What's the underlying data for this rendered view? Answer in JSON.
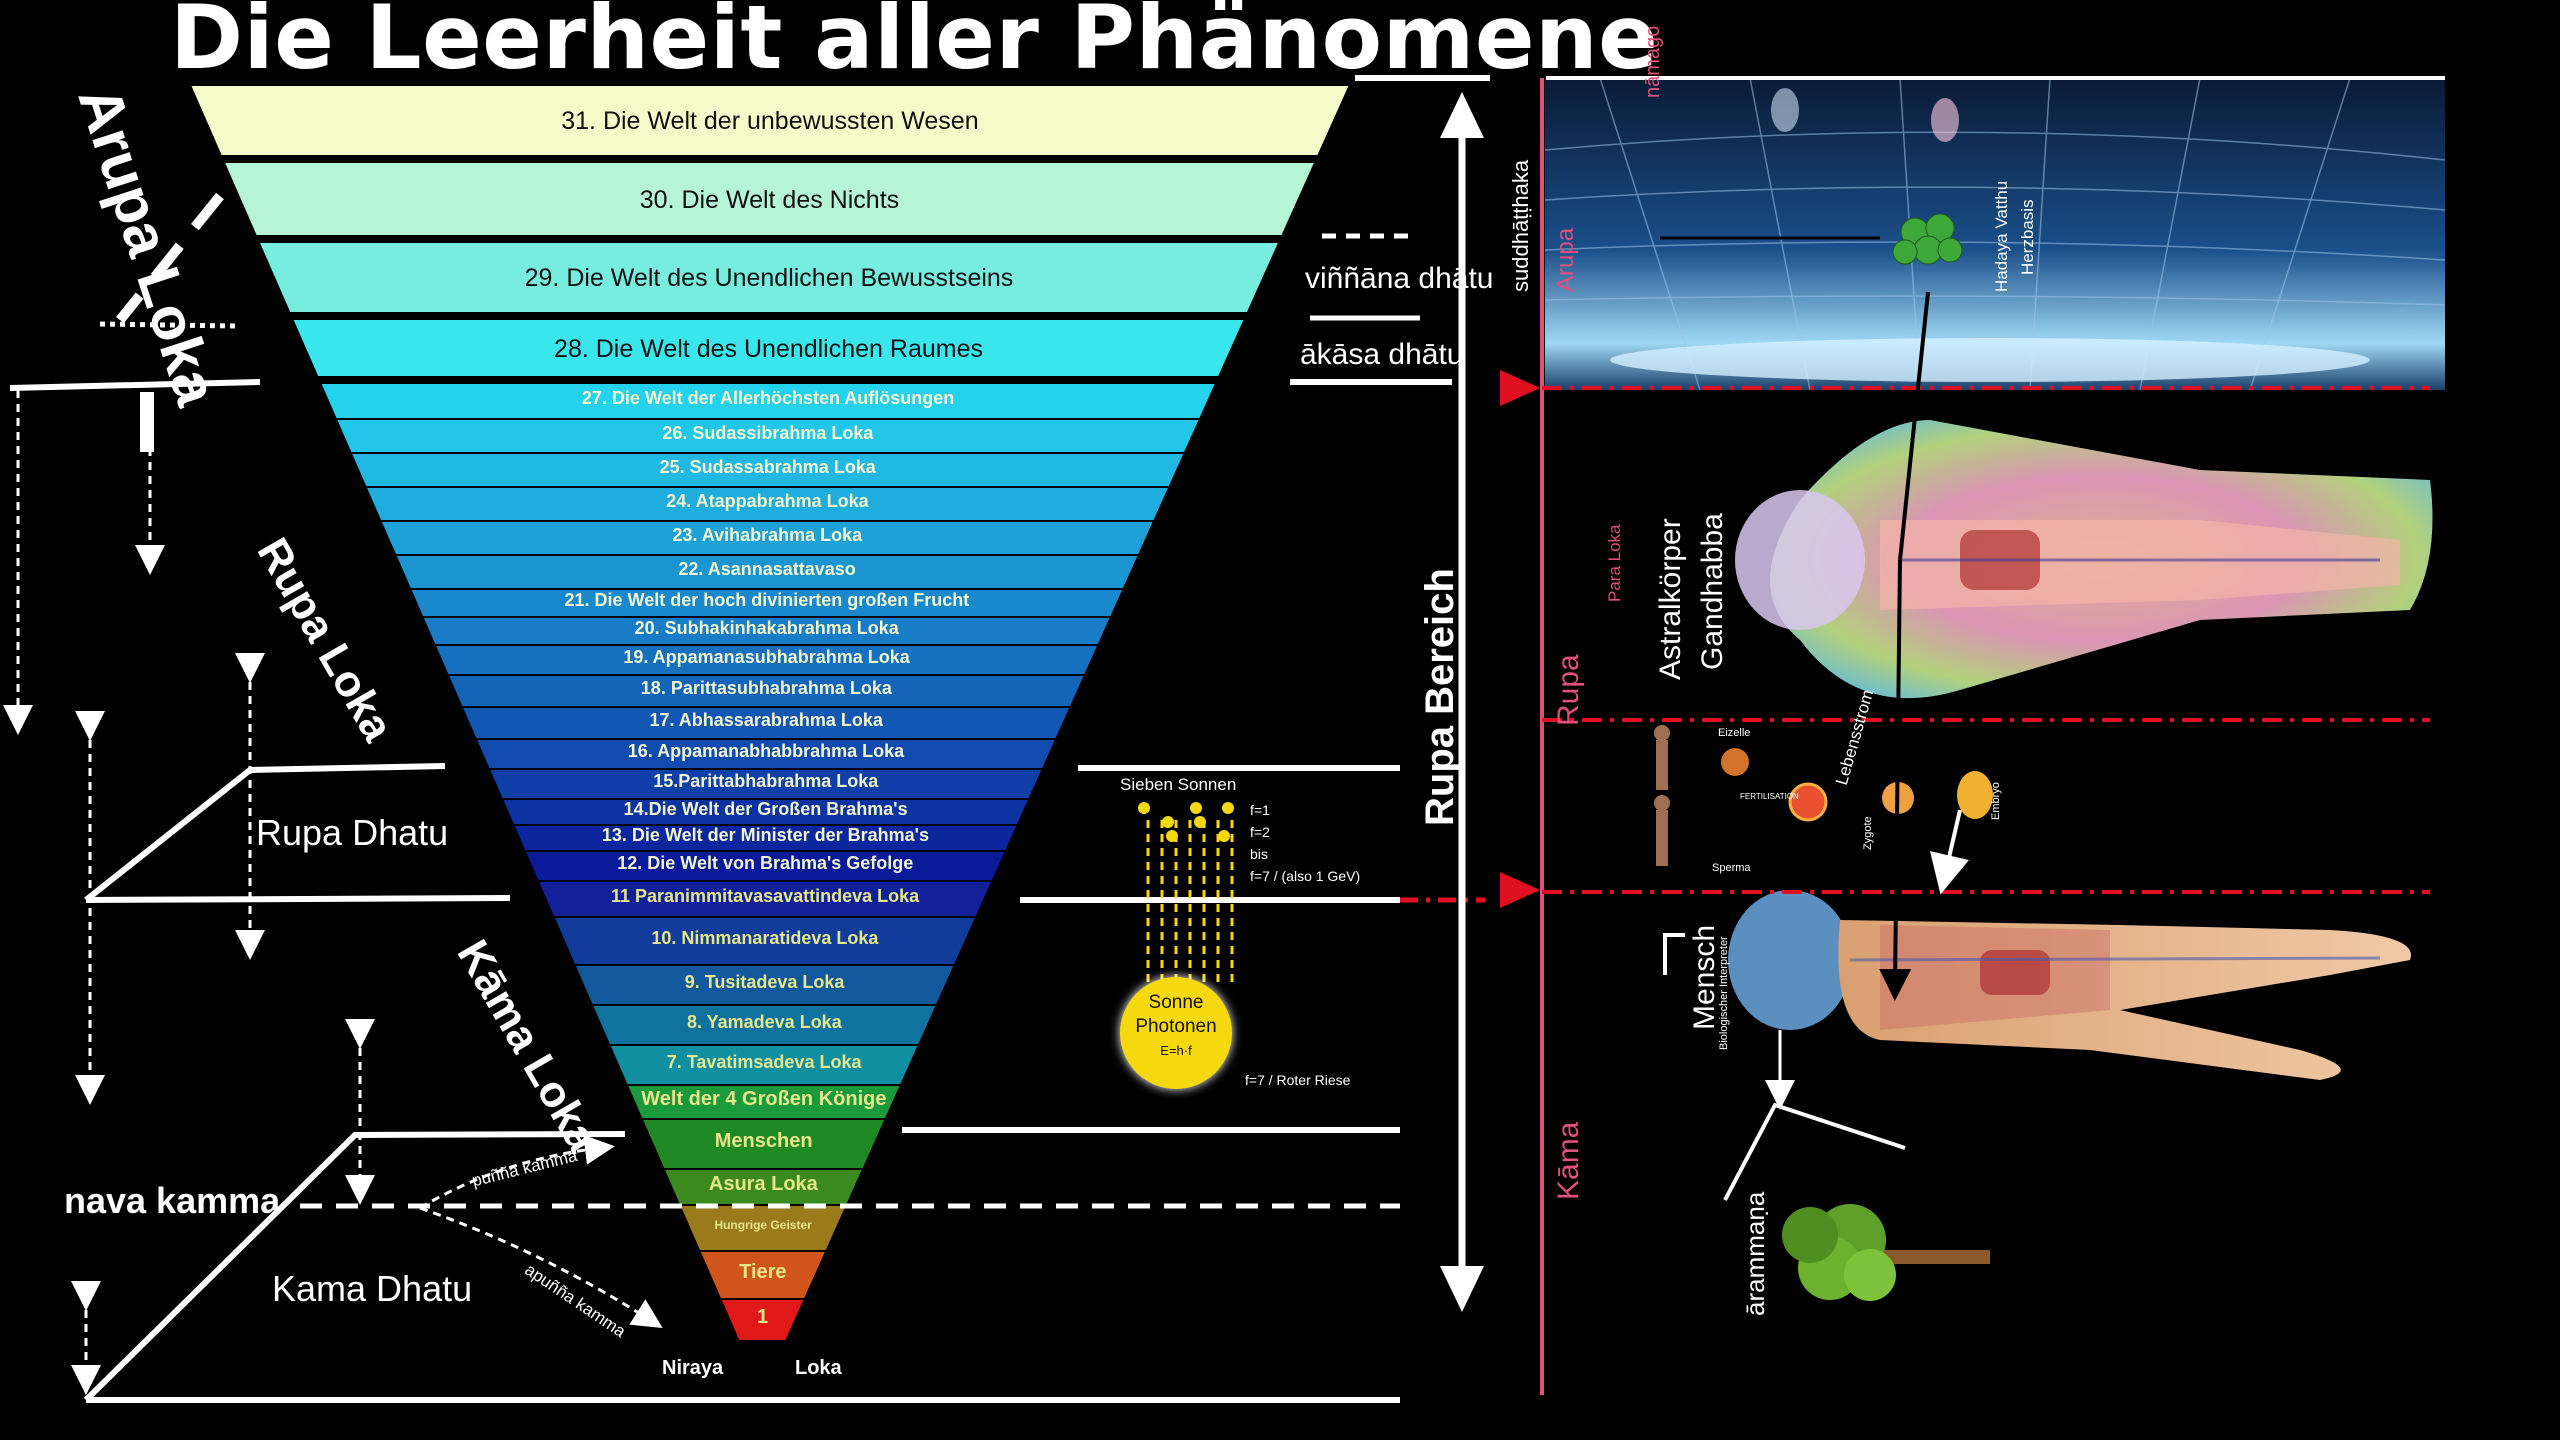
{
  "title": "Die Leerheit aller Phänomene",
  "worlds": [
    "31. Die Welt der unbewussten Wesen",
    "30. Die Welt des Nichts",
    "29. Die Welt des Unendlichen Bewusstseins",
    "28. Die Welt des Unendlichen Raumes",
    "27. Die Welt der Allerhöchsten Auflösungen",
    "26. Sudassibrahma Loka",
    "25. Sudassabrahma Loka",
    "24. Atappabrahma Loka",
    "23. Avihabrahma Loka",
    "22. Asannasattavaso",
    "21. Die Welt der hoch diviniert­en großen Frucht",
    "20. Subhakinhakabrahma Loka",
    "19. Appamanasubhabrahma Loka",
    "18. Parittasubhabrahma Loka",
    "17. Abhassarabrahma Loka",
    "16. Appamanabhabbrahma Loka",
    "15.Parittabhabrahma Loka",
    "14.Die Welt der Großen Brahma's",
    "13. Die Welt der Minister der Brahma's",
    "12. Die Welt  von Brahma's Gefolge",
    "11 Paranimmitavasavattindeva Loka",
    "10. Nimmanaratideva Loka",
    "9. Tusitadeva Loka",
    "8. Yamadeva Loka",
    "7. Tavatimsadeva Loka",
    "Welt der 4 Großen Könige",
    "Menschen",
    "Asura Loka",
    "Hungrige Geister",
    "Tiere",
    "1"
  ],
  "left": {
    "arupa_loka": "Arupa Loka",
    "rupa_loka": "Rupa Loka",
    "rupa_dhatu": "Rupa Dhatu",
    "kama_loka": "Kāma Loka",
    "nava_kamma": "nava kamma",
    "punna_kamma": "puñña kamma",
    "apunna_kamma": "apuñña kamma",
    "kama_dhatu": "Kama Dhatu",
    "niraya": "Niraya",
    "loka": "Loka"
  },
  "middle": {
    "vinnana_dhatu": "viññāna dhātu",
    "akasa_dhatu": "ākāsa dhātu",
    "rupa_bereich": "Rupa Bereich",
    "sieben_sonnen": "Sieben Sonnen",
    "f1": "f=1",
    "f2": "f=2",
    "bis": "bis",
    "f7": "f=7 / (also 1 GeV)",
    "sun_label_1": "Sonne",
    "sun_label_2": "Photonen",
    "sun_label_3": "E=h·f",
    "roter_riese": "f=7 / Roter Riese"
  },
  "right": {
    "namago": "nāmago",
    "suddhatthaka": "suddhāṭṭhaka",
    "arupa": "Arupa",
    "rupa": "Rupa",
    "kama": "Kāma",
    "para_loka": "Para Loka",
    "astral_1": "Astralkörper",
    "astral_2": "Gandhabba",
    "hadaya": "Hadaya Vatthu",
    "herzbasis": "Herzbasis",
    "lebensstrom": "Lebensstrom",
    "eizelle": "Eizelle",
    "sperma": "Sperma",
    "zygote": "Zygote",
    "embryo": "Embryo",
    "fertilisation": "FERTILISATION",
    "mensch": "Mensch",
    "mensch_sub": "Biologischer Interpreter",
    "arammana": "ārammaṇa"
  },
  "colors": {
    "accent_pink": "#e0507a",
    "red_marker": "#e01020",
    "sun": "#f5d90e"
  }
}
